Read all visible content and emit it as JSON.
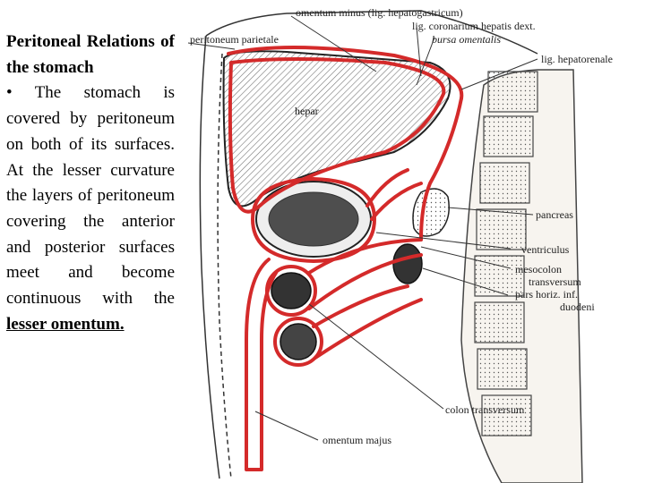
{
  "slide": {
    "title": "Peritoneal Relations of the stomach",
    "bullet_symbol": "•",
    "body_text": "The stomach is covered by peritoneum on both of its surfaces. At the lesser curvature the layers of peritoneum covering the anterior and posterior surfaces meet and become continuous with the",
    "emphasis": "lesser omentum."
  },
  "diagram": {
    "labels": {
      "omentum_minus": "omentum minus (lig. hepatogastricum)",
      "lig_coronarium": "lig. coronarium hepatis dext.",
      "peritoneum_parietale": "peritoneum parietale",
      "bursa_omentalis": "bursa omentalis",
      "lig_hepatorenale": "lig. hepatorenale",
      "hepar": "hepar",
      "pancreas": "pancreas",
      "ventriculus": "ventriculus",
      "mesocolon_1": "mesocolon",
      "mesocolon_2": "transversum",
      "duodeni_1": "pars horiz. inf.",
      "duodeni_2": "duodeni",
      "colon_transversum": "colon transversum",
      "omentum_majus": "omentum majus"
    },
    "colors": {
      "peritoneum": "#d42a2a",
      "outline": "#222222",
      "hatch": "#777777"
    }
  }
}
